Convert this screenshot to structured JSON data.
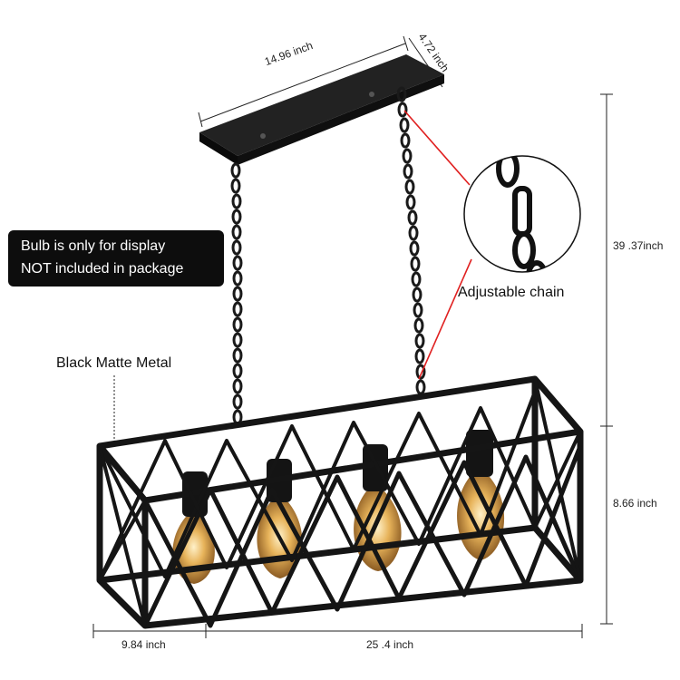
{
  "product": {
    "notice": {
      "line1": "Bulb is only for display",
      "line2": "NOT included in package"
    },
    "callouts": {
      "material": "Black Matte Metal",
      "chain": "Adjustable chain"
    },
    "dimensions": {
      "canopy_length": "14.96 inch",
      "canopy_width": "4.72 inch",
      "chain_height": "39 .37inch",
      "body_height": "8.66 inch",
      "body_depth": "9.84 inch",
      "body_length": "25 .4 inch"
    },
    "colors": {
      "frame": "#151515",
      "callout_line": "#e02020",
      "bulb_glow": "#e7b35a"
    },
    "bulb_count": 4
  }
}
